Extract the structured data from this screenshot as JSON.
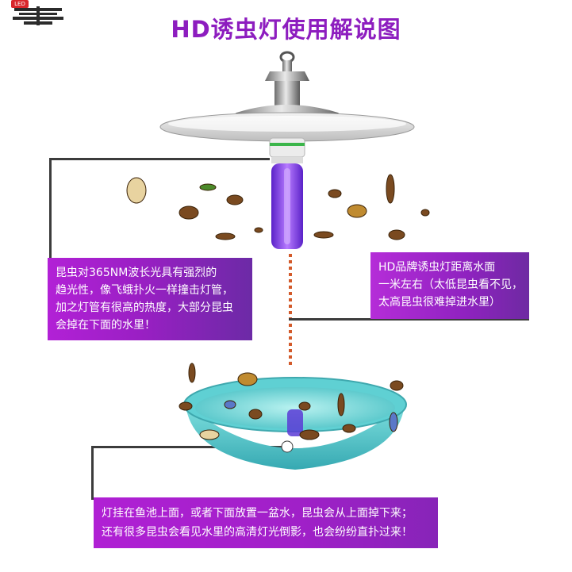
{
  "logo": {
    "badge": "LED"
  },
  "title": "HD诱虫灯使用解说图",
  "left_box": {
    "lines": [
      "昆虫对365NM波长光具有强烈的",
      "趋光性，像飞蛾扑火一样撞击灯管，",
      "加之灯管有很高的热度，大部分昆虫",
      "会掉在下面的水里！"
    ]
  },
  "right_box": {
    "lines": [
      "HD品牌诱虫灯距离水面",
      "一米左右（太低昆虫看不见，",
      "太高昆虫很难掉进水里）"
    ]
  },
  "bottom_box": {
    "lines": [
      "灯挂在鱼池上面，或者下面放置一盆水，昆虫会从上面掉下来；",
      "还有很多昆虫会看见水里的高清灯光倒影，也会纷纷直扑过来！"
    ]
  },
  "colors": {
    "title": "#8d1dbf",
    "box_purple": "#a020c8",
    "lamp_tube": "#7a2cf0",
    "basin": "#56c6c9",
    "line": "#3c3c3c"
  },
  "icons": {
    "lamp": "uv-trap-lamp-icon",
    "basin": "water-basin-icon",
    "insects": "insect-icon"
  }
}
